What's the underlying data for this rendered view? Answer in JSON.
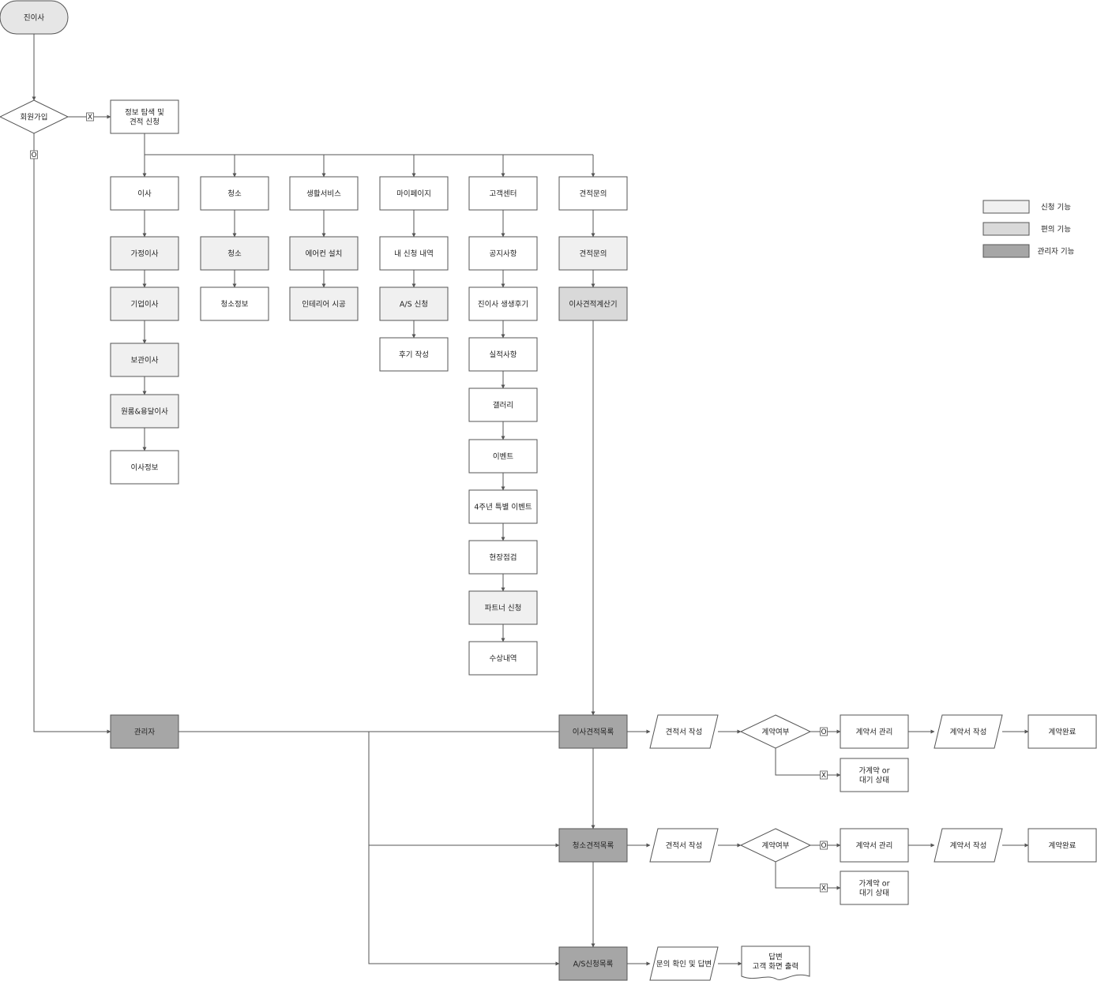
{
  "title": "진이사",
  "colors": {
    "white": "#ffffff",
    "apply": "#f0f0f0",
    "convenience": "#d9d9d9",
    "admin": "#a6a6a6",
    "start": "#e6e6e6",
    "stroke": "#555555"
  },
  "legend": [
    {
      "label": "신청 기능",
      "color": "#f0f0f0"
    },
    {
      "label": "편의 기능",
      "color": "#d9d9d9"
    },
    {
      "label": "관리자 기능",
      "color": "#a6a6a6"
    }
  ],
  "nodes": {
    "start": "진이사",
    "signup": "회원가입",
    "explore": "정보 탐색 및\n견적 신청",
    "move": "이사",
    "clean": "청소",
    "life": "생활서비스",
    "mypage": "마이페이지",
    "cs": "고객센터",
    "inquiry": "견적문의",
    "move_home": "가정이사",
    "move_corp": "기업이사",
    "move_storage": "보관이사",
    "move_oneroom": "원룸&용달이사",
    "move_info": "이사정보",
    "clean_sub": "청소",
    "clean_info": "청소정보",
    "aircon": "에어컨 설치",
    "interior": "인테리어 시공",
    "my_apply": "내 신청 내역",
    "as_apply": "A/S 신청",
    "review_write": "후기 작성",
    "notice": "공지사항",
    "reviews": "진이사 생생후기",
    "records": "실적사항",
    "gallery": "갤러리",
    "event": "이벤트",
    "event4": "4주년 특별 이벤트",
    "inspect": "현장점검",
    "partner": "파트너 신청",
    "awards": "수상내역",
    "inquiry_sub": "견적문의",
    "calculator": "이사견적계산기",
    "admin": "관리자",
    "move_list": "이사견적목록",
    "clean_list": "청소견적목록",
    "as_list": "A/S신청목록",
    "move_quote": "견적서 작성",
    "move_decide": "계약여부",
    "move_contract": "계약서 관리",
    "move_contract_write": "계약서 작성",
    "move_done": "계약완료",
    "move_pending": "가계약 or\n대기 상태",
    "clean_quote": "견적서 작성",
    "clean_decide": "계약여부",
    "clean_contract": "계약서 관리",
    "clean_contract_write": "계약서 작성",
    "clean_done": "계약완료",
    "clean_pending": "가계약 or\n대기 상태",
    "as_answer": "문의 확인 및 답변",
    "as_output": "답변\n고객 화면 출력"
  },
  "marks": {
    "x": "X",
    "o": "O"
  }
}
